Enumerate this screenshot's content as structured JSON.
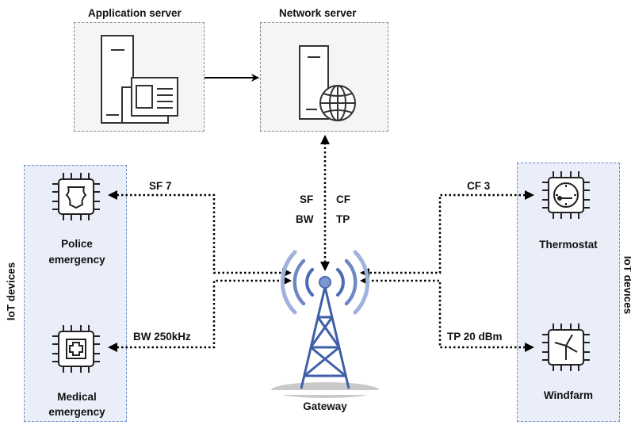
{
  "servers": {
    "application_title": "Application server",
    "network_title": "Network server"
  },
  "iot_left": {
    "title": "IoT devices",
    "device1": {
      "line1": "Police",
      "line2": "emergency"
    },
    "device2": {
      "line1": "Medical",
      "line2": "emergency"
    }
  },
  "iot_right": {
    "title": "IoT devices",
    "device1": "Thermostat",
    "device2": "Windfarm"
  },
  "params": {
    "sf7": "SF 7",
    "bw250": "BW 250kHz",
    "sf": "SF",
    "bw": "BW",
    "cf": "CF",
    "tp": "TP",
    "cf3": "CF 3",
    "tp20": "TP 20 dBm"
  },
  "gateway_label": "Gateway"
}
